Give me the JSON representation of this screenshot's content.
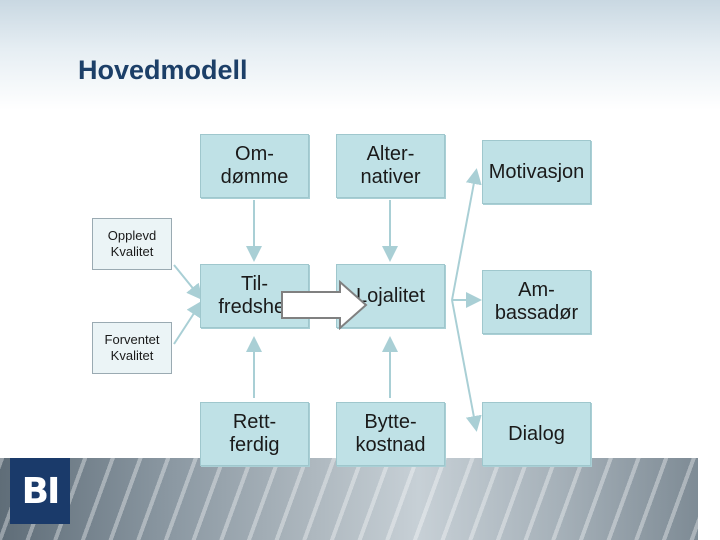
{
  "title": "Hovedmodell",
  "logo_text": "BI",
  "boxes": {
    "omdomme": "Om-\ndømme",
    "alternativer": "Alter-\nnativer",
    "motivasjon": "Motivasjon",
    "tilfredshet": "Til-\nfredshet",
    "lojalitet": "Lojalitet",
    "ambassador": "Am-\nbassadør",
    "rettferdig": "Rett-\nferdig",
    "byttekostnad": "Bytte-\nkostnad",
    "dialog": "Dialog"
  },
  "side_boxes": {
    "opplevd": "Opplevd\nKvalitet",
    "forventet": "Forventet\nKvalitet"
  },
  "colors": {
    "title": "#1c3f68",
    "box_fill": "#bfe1e6",
    "side_box_fill": "#ebf4f6",
    "logo_bg": "#1a3a6a"
  }
}
